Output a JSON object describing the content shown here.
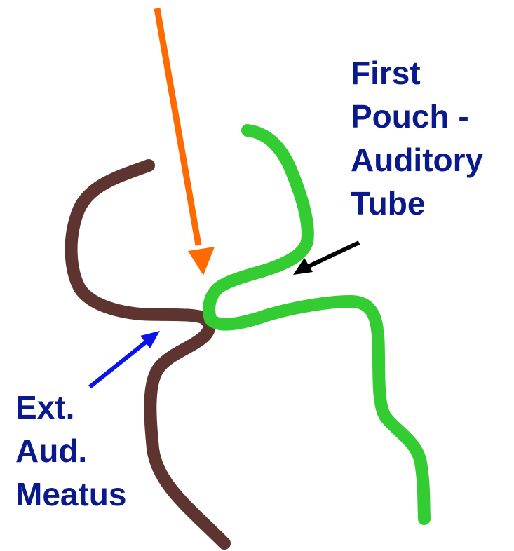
{
  "labels": {
    "first_pouch": [
      "First",
      "Pouch -",
      "Auditory",
      "Tube"
    ],
    "external_auditory_meatus": [
      "Ext.",
      "Aud.",
      "Meatus"
    ]
  },
  "colors": {
    "label_text": "#0a1a8c",
    "ectoderm_outline": "#5e3430",
    "endoderm_outline": "#33cc33",
    "membrane_arrow": "#ff6a00",
    "meatus_arrow": "#0a14e6",
    "pouch_arrow": "#000000"
  }
}
